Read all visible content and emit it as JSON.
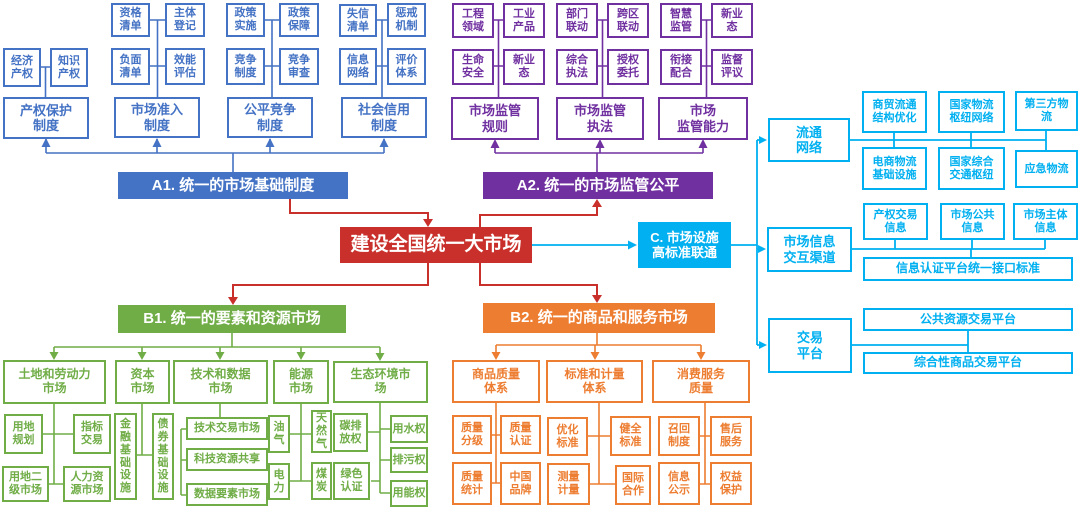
{
  "palette": {
    "red": "#C9302B",
    "blue": "#4472C4",
    "purple": "#7030A0",
    "green": "#70AD47",
    "orange": "#ED7D31",
    "cyan": "#00B0F0"
  },
  "center": {
    "label": "建设全国统一大市场"
  },
  "sections": {
    "a1": {
      "label": "A1. 统一的市场基础制度",
      "groups": [
        {
          "parent": "产权保护\n制度",
          "children": [
            "经济\n产权",
            "知识\n产权"
          ]
        },
        {
          "parent": "市场准入\n制度",
          "children": [
            "资格\n清单",
            "主体\n登记",
            "负面\n清单",
            "效能\n评估"
          ]
        },
        {
          "parent": "公平竞争\n制度",
          "children": [
            "政策\n实施",
            "政策\n保障",
            "竞争\n制度",
            "竞争\n审查"
          ]
        },
        {
          "parent": "社会信用\n制度",
          "children": [
            "失信\n清单",
            "惩戒\n机制",
            "信息\n网络",
            "评价\n体系"
          ]
        }
      ]
    },
    "a2": {
      "label": "A2. 统一的市场监管公平",
      "groups": [
        {
          "parent": "市场监管\n规则",
          "children": [
            "工程\n领域",
            "工业\n产品",
            "生命\n安全",
            "新业\n态"
          ]
        },
        {
          "parent": "市场监管\n执法",
          "children": [
            "部门\n联动",
            "跨区\n联动",
            "综合\n执法",
            "授权\n委托"
          ]
        },
        {
          "parent": "市场\n监管能力",
          "children": [
            "智慧\n监管",
            "新业\n态",
            "衔接\n配合",
            "监督\n评议"
          ]
        }
      ]
    },
    "b1": {
      "label": "B1. 统一的要素和资源市场",
      "groups": [
        {
          "parent": "土地和劳动力\n市场",
          "children": [
            "用地\n规划",
            "指标\n交易",
            "用地二\n级市场",
            "人力资\n源市场"
          ]
        },
        {
          "parent": "资本\n市场",
          "children": [
            "金\n融\n基\n础\n设\n施",
            "债\n券\n基\n础\n设\n施"
          ]
        },
        {
          "parent": "技术和数据\n市场",
          "children": [
            "技术交易市场",
            "科技资源共享",
            "数据要素市场"
          ]
        },
        {
          "parent": "能源\n市场",
          "children": [
            "油\n气",
            "电\n力",
            "天\n然\n气",
            "煤\n炭"
          ]
        },
        {
          "parent": "生态环境市\n场",
          "children": [
            "碳排\n放权",
            "绿色\n认证",
            "用水权",
            "排污权",
            "用能权"
          ]
        }
      ]
    },
    "b2": {
      "label": "B2. 统一的商品和服务市场",
      "groups": [
        {
          "parent": "商品质量\n体系",
          "children": [
            "质量\n分级",
            "质量\n认证",
            "质量\n统计",
            "中国\n品牌"
          ]
        },
        {
          "parent": "标准和计量\n体系",
          "children": [
            "优化\n标准",
            "健全\n标准",
            "测量\n计量",
            "国际\n合作"
          ]
        },
        {
          "parent": "消费服务\n质量",
          "children": [
            "召回\n制度",
            "售后\n服务",
            "信息\n公示",
            "权益\n保护"
          ]
        }
      ]
    },
    "c": {
      "label": "C. 市场设施\n高标准联通",
      "groups": [
        {
          "parent": "流通\n网络",
          "children": [
            "商贸流通\n结构优化",
            "国家物流\n枢纽网络",
            "第三方物\n流",
            "电商物流\n基础设施",
            "国家综合\n交通枢纽",
            "应急物流"
          ]
        },
        {
          "parent": "市场信息\n交互渠道",
          "children": [
            "产权交易\n信息",
            "市场公共\n信息",
            "市场主体\n信息"
          ],
          "bar": "信息认证平台统一接口标准"
        },
        {
          "parent": "交易\n平台",
          "bars": [
            "公共资源交易平台",
            "综合性商品交易平台"
          ]
        }
      ]
    }
  }
}
